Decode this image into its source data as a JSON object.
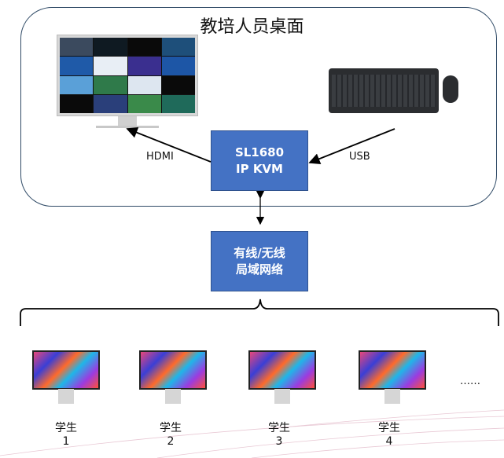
{
  "diagram": {
    "group_title": "教培人员桌面",
    "kvm_box": {
      "line1": "SL1680",
      "line2": "IP KVM"
    },
    "network_box": {
      "line1": "有线/无线",
      "line2": "局域网络"
    },
    "hdmi_label": "HDMI",
    "usb_label": "USB",
    "ellipsis": "……",
    "students": [
      {
        "name": "学生",
        "number": "1"
      },
      {
        "name": "学生",
        "number": "2"
      },
      {
        "name": "学生",
        "number": "3"
      },
      {
        "name": "学生",
        "number": "4"
      }
    ],
    "colors": {
      "box_fill": "#4472c4",
      "box_border": "#2f528f",
      "group_border": "#2f4a66"
    }
  }
}
